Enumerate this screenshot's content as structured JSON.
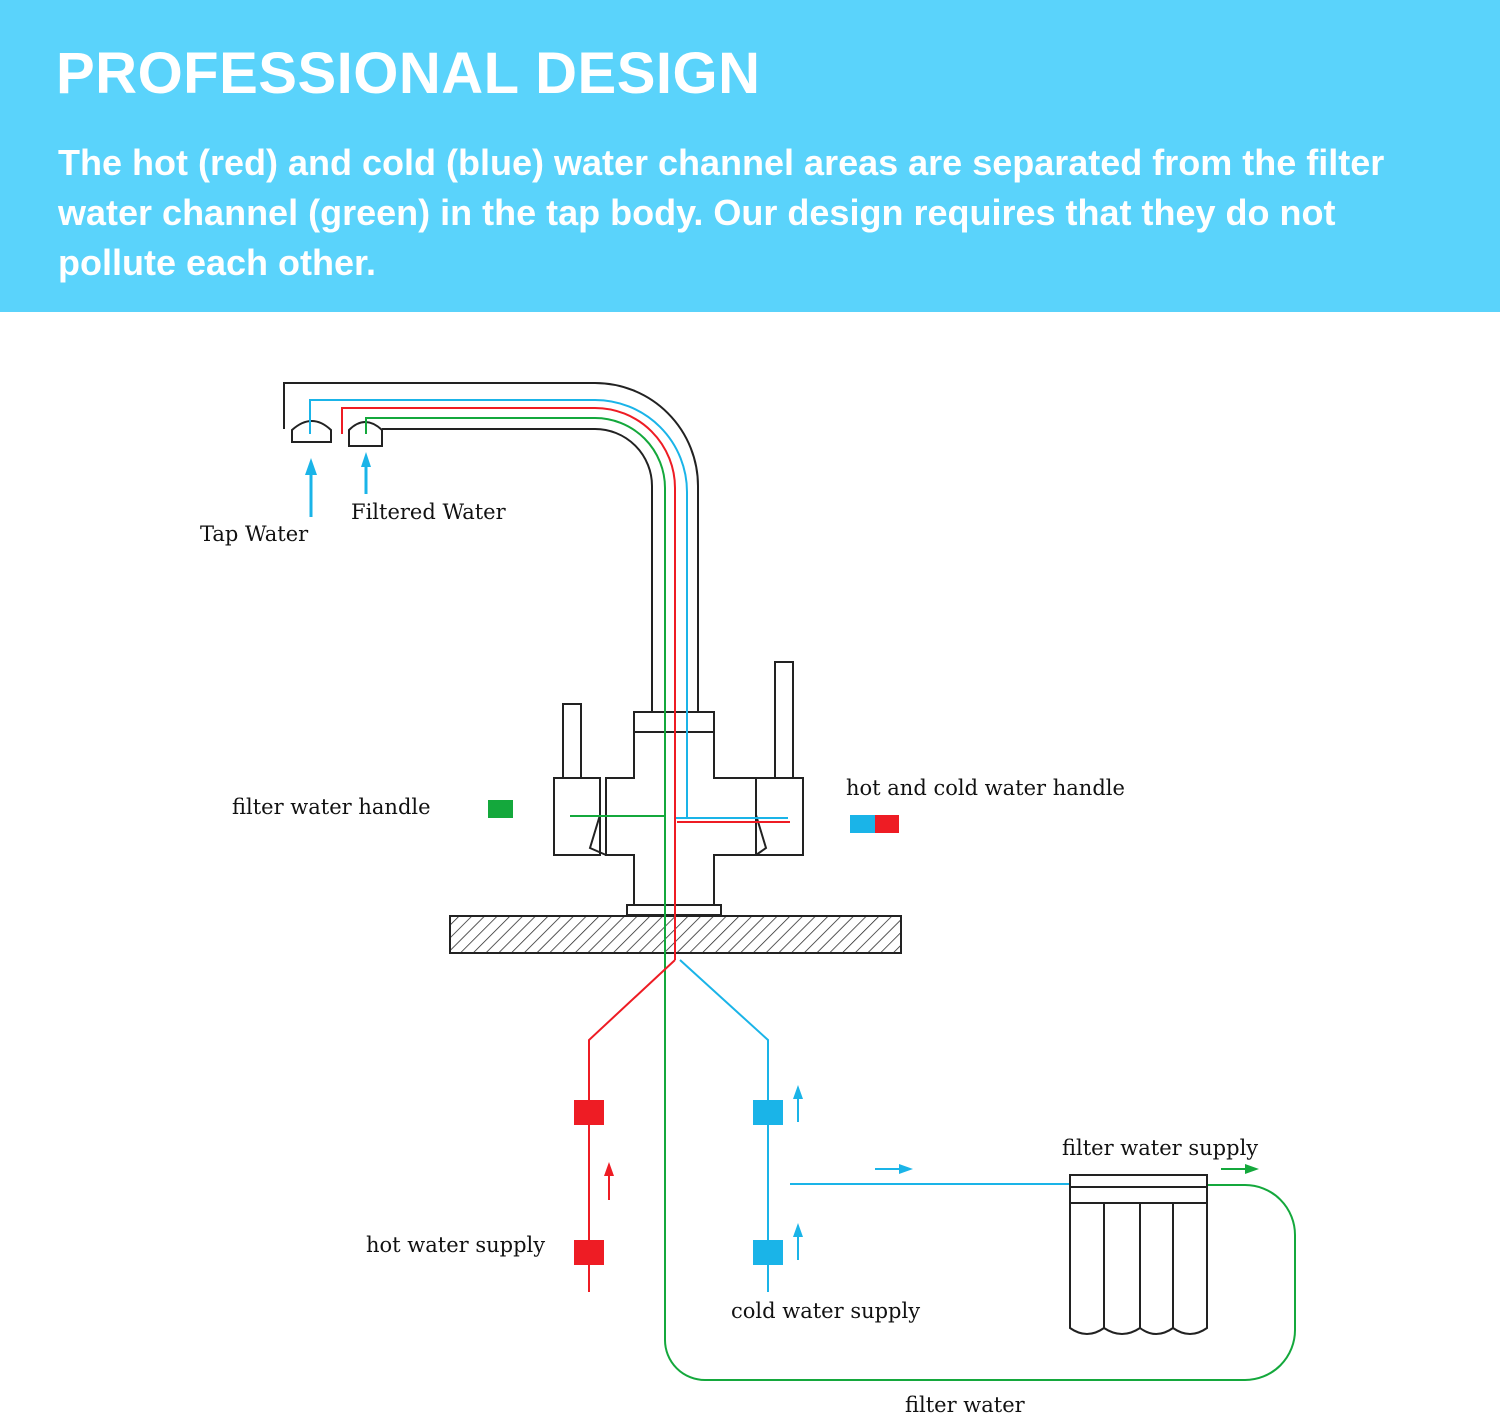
{
  "header": {
    "title": "PROFESSIONAL DESIGN",
    "description": "The hot (red) and cold (blue) water channel areas are separated from the filter water channel (green) in the tap body. Our design requires that they do not pollute each other."
  },
  "labels": {
    "tap_water": "Tap Water",
    "filtered_water": "Filtered Water",
    "filter_water_handle": "filter water handle",
    "hot_cold_handle": "hot and cold water handle",
    "hot_water_supply": "hot water supply",
    "cold_water_supply": "cold water supply",
    "filter_water_supply": "filter water supply",
    "filter_water": "filter water"
  },
  "colors": {
    "banner": "#5ad3fb",
    "hot": "#ee1c24",
    "cold": "#1ab4e8",
    "filter": "#14a83c",
    "outline": "#222222"
  }
}
